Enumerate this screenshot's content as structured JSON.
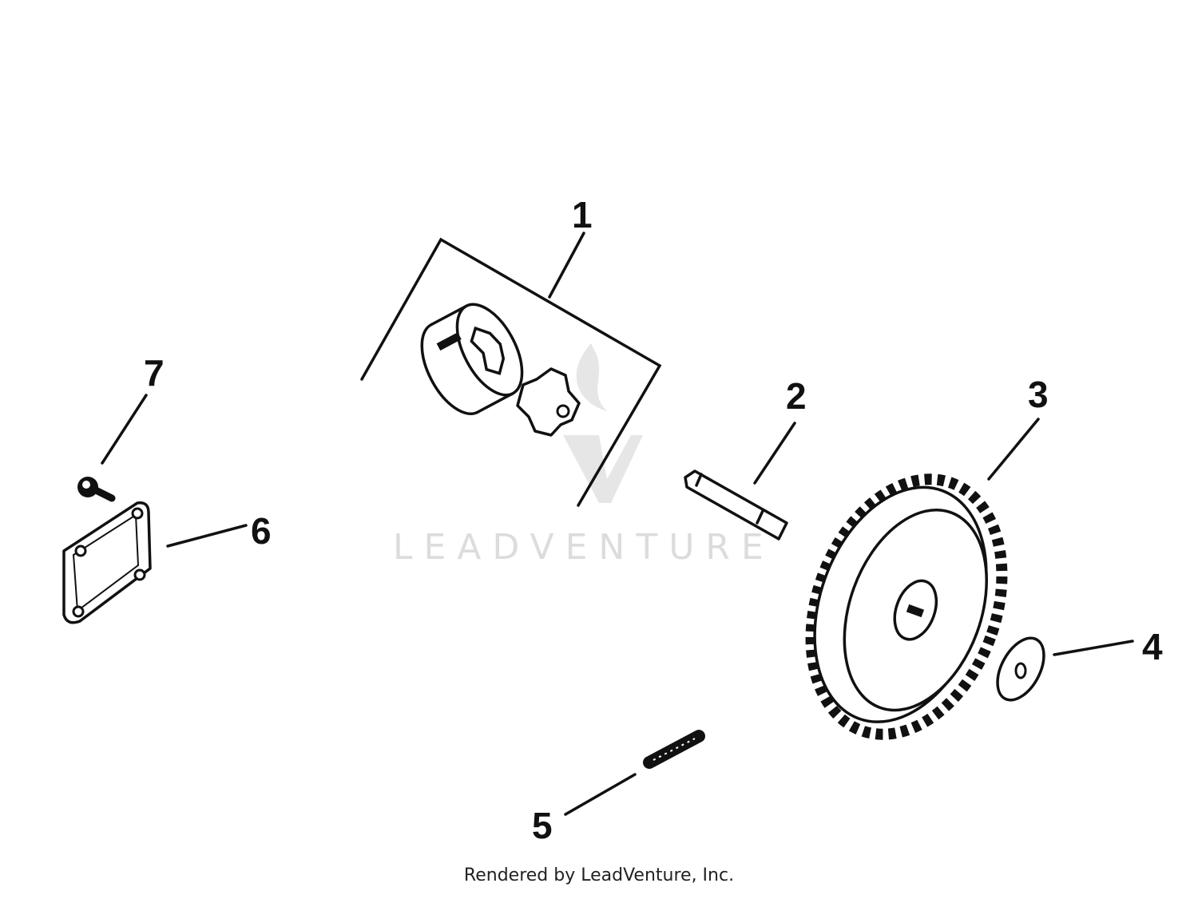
{
  "diagram": {
    "callouts": [
      "1",
      "2",
      "3",
      "4",
      "5",
      "6",
      "7"
    ],
    "watermark": "LEADVENTURE",
    "footer": "Rendered by LeadVenture, Inc.",
    "colors": {
      "ink": "#111111",
      "watermark": "#dcdcdc",
      "background": "#ffffff"
    }
  }
}
